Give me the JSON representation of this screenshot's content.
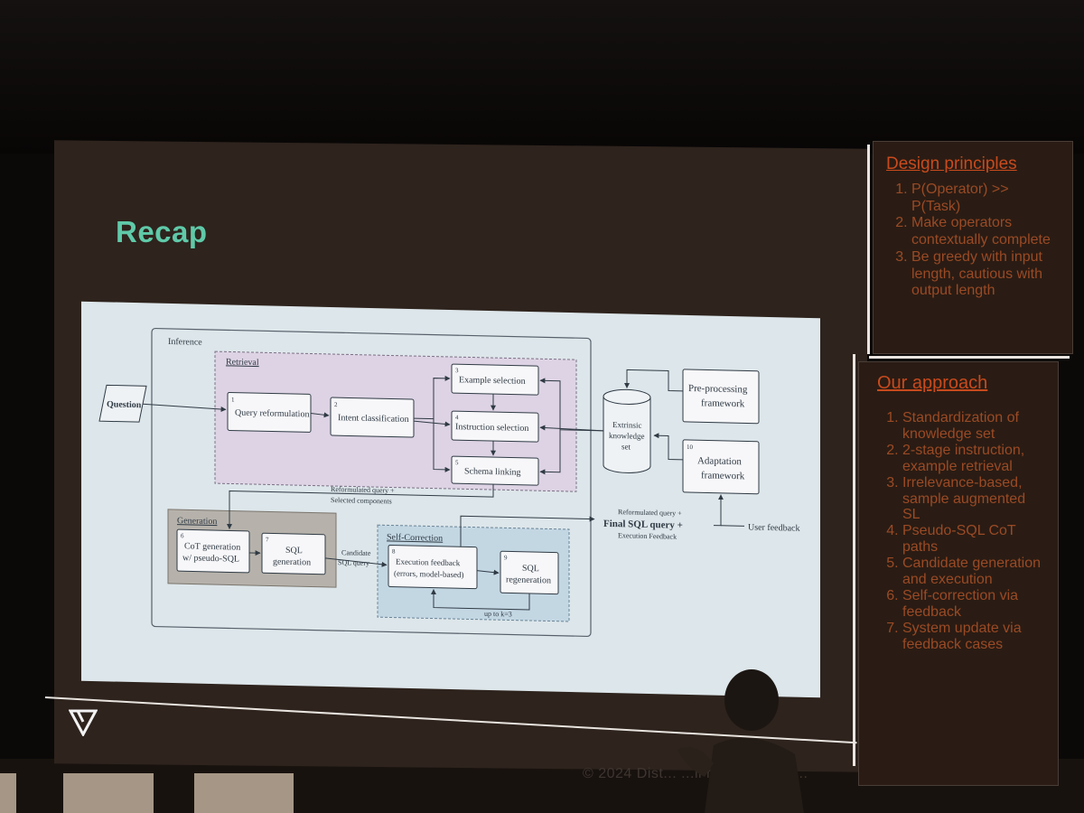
{
  "slide": {
    "title": "Recap",
    "copyright": "© 2024 Dist... ...ll reserved wor..."
  },
  "diagram": {
    "inference_label": "Inference",
    "retrieval_label": "Retrieval",
    "generation_label": "Generation",
    "self_correction_label": "Self-Correction",
    "question": "Question",
    "nodes": {
      "n1": {
        "num": "1",
        "label": "Query reformulation"
      },
      "n2": {
        "num": "2",
        "label": "Intent classification"
      },
      "n3": {
        "num": "3",
        "label": "Example selection"
      },
      "n4": {
        "num": "4",
        "label": "Instruction selection"
      },
      "n5": {
        "num": "5",
        "label": "Schema linking"
      },
      "n6": {
        "num": "6",
        "label1": "CoT generation",
        "label2": "w/ pseudo-SQL"
      },
      "n7": {
        "num": "7",
        "label1": "SQL",
        "label2": "generation"
      },
      "n8": {
        "num": "8",
        "label1": "Execution feedback",
        "label2": "(errors, model-based)"
      },
      "n9": {
        "num": "9",
        "label1": "SQL",
        "label2": "regeneration"
      },
      "n10": {
        "num": "10",
        "label1": "Adaptation",
        "label2": "framework"
      }
    },
    "preprocessing_label1": "Pre-processing",
    "preprocessing_label2": "framework",
    "knowledge_label1": "Extrinsic",
    "knowledge_label2": "knowledge",
    "knowledge_label3": "set",
    "reformulated_label1": "Reformulated query +",
    "reformulated_label2": "Selected components",
    "candidate_label1": "Candidate",
    "candidate_label2": "SQL query",
    "loop_label": "up to k=3",
    "final_label1": "Reformulated query +",
    "final_label2": "Final SQL query +",
    "final_label3": "Execution Feedback",
    "user_feedback": "User feedback"
  },
  "design_principles": {
    "title": "Design principles",
    "items": [
      "P(Operator) >> P(Task)",
      "Make operators contextually complete",
      "Be greedy with input length, cautious with output length"
    ]
  },
  "our_approach": {
    "title": "Our approach",
    "items": [
      "Standardization of knowledge set",
      "2-stage instruction, example retrieval",
      "Irrelevance-based, sample augmented SL",
      "Pseudo-SQL CoT paths",
      "Candidate generation and execution",
      "Self-correction via feedback",
      "System update via feedback cases"
    ]
  },
  "colors": {
    "accent_title": "#5fc9a8",
    "panel_text": "#c84a1d",
    "retrieval_bg": "#ddd3e4",
    "generation_bg": "#b6b2ab",
    "self_correction_bg": "#c3d7e3"
  }
}
